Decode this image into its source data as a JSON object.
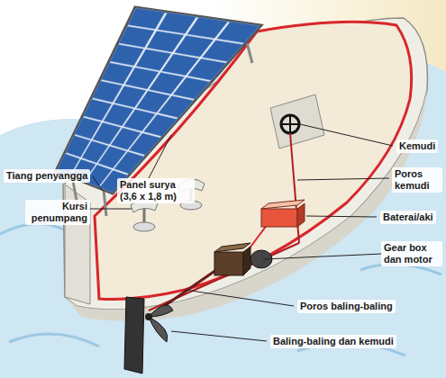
{
  "diagram": {
    "labels": [
      "Panel surya (3,6 x 1,8 m)",
      "Kemudi",
      "Poros kemudi",
      "Tiang penyangga",
      "Kursi penumpang",
      "Baterai/aki",
      "Gear box dan motor",
      "Poros baling-baling",
      "Baling-baling dan kemudi"
    ]
  }
}
